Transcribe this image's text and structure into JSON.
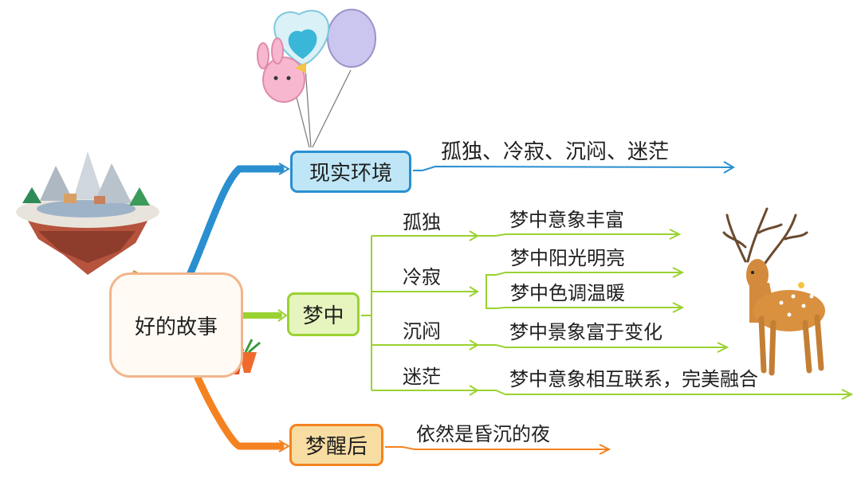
{
  "root": {
    "label": "好的故事"
  },
  "branches": {
    "reality": {
      "label": "现实环境",
      "detail": "孤独、冷寂、沉闷、迷茫"
    },
    "dream": {
      "label": "梦中",
      "groups": [
        {
          "label": "孤独",
          "items": [
            "梦中意象丰富"
          ]
        },
        {
          "label": "冷寂",
          "items": [
            "梦中阳光明亮",
            "梦中色调温暖"
          ]
        },
        {
          "label": "沉闷",
          "items": [
            "梦中景象富于变化"
          ]
        },
        {
          "label": "迷茫",
          "items": [
            "梦中意象相互联系，完美融合"
          ]
        }
      ]
    },
    "after": {
      "label": "梦醒后",
      "detail": "依然是昏沉的夜"
    }
  },
  "colors": {
    "reality": "#2a8fd0",
    "dream": "#9ad232",
    "after": "#f58220",
    "root_border": "#f2b58c"
  },
  "icons": [
    "floating-island-icon",
    "balloons-icon",
    "cake-slice-icon",
    "carrot-icon",
    "deer-icon"
  ]
}
